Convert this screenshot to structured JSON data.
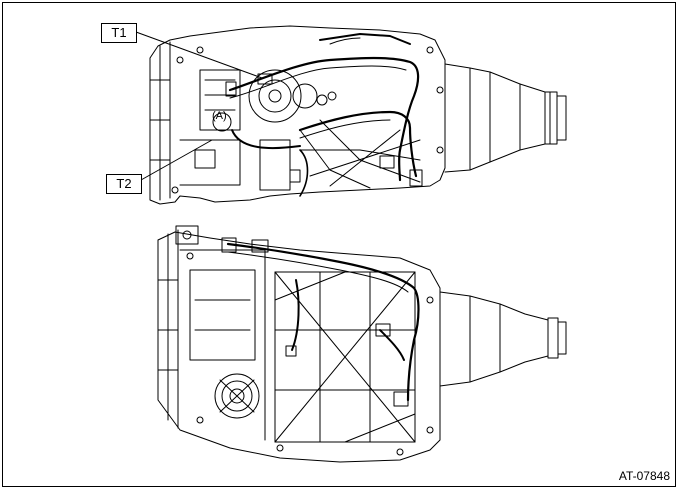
{
  "callouts": {
    "t1": "T1",
    "t2": "T2",
    "part_a": "(A)"
  },
  "figure_code": "AT-07848",
  "colors": {
    "line": "#000000",
    "background": "#ffffff"
  }
}
